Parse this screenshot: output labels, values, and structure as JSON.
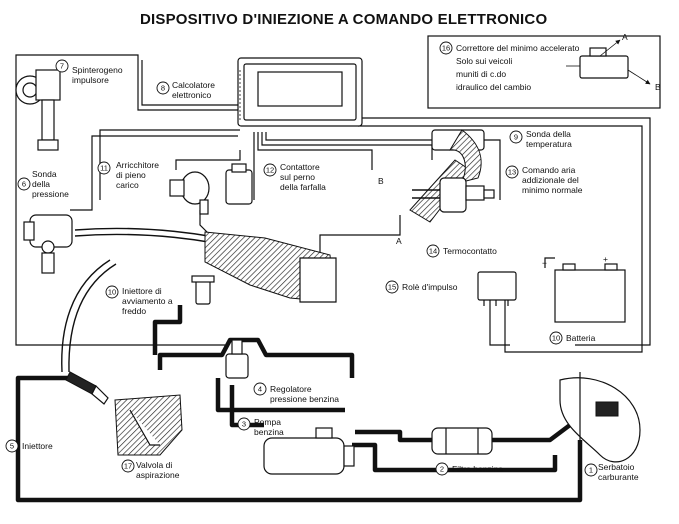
{
  "title": "DISPOSITIVO D'INIEZIONE A COMANDO ELETTRONICO",
  "components": [
    {
      "id": "spinterogeno",
      "number": "7",
      "lines": [
        "Spinterogeno",
        "impulsore"
      ]
    },
    {
      "id": "calcolatore",
      "number": "8",
      "lines": [
        "Calcolatore",
        "elettronico"
      ]
    },
    {
      "id": "correttore",
      "number": "16",
      "lines": [
        "Correttore del minimo accelerato",
        "Solo sui veicoli",
        "muniti di c.do",
        "idraulico del cambio"
      ]
    },
    {
      "id": "sonda-pressione",
      "number": "6",
      "lines": [
        "Sonda",
        "della",
        "pressione"
      ]
    },
    {
      "id": "arricchitore",
      "number": "11",
      "lines": [
        "Arricchitore",
        "di pieno",
        "carico"
      ]
    },
    {
      "id": "contattore",
      "number": "12",
      "lines": [
        "Contattore",
        "sul perno",
        "della farfalla"
      ]
    },
    {
      "id": "sonda-temperatura",
      "number": "9",
      "lines": [
        "Sonda della",
        "temperatura"
      ]
    },
    {
      "id": "comando-aria",
      "number": "13",
      "lines": [
        "Comando aria",
        "addizionale del",
        "minimo normale"
      ]
    },
    {
      "id": "termocontatto",
      "number": "14",
      "lines": [
        "Termocontatto"
      ]
    },
    {
      "id": "role-impulso",
      "number": "15",
      "lines": [
        "Rolè d'impulso"
      ]
    },
    {
      "id": "iniettore-avviamento",
      "number": "10",
      "lines": [
        "Iniettore di",
        "avviamento a",
        "freddo"
      ]
    },
    {
      "id": "batteria",
      "number": "10",
      "lines": [
        "Batteria"
      ]
    },
    {
      "id": "regolatore",
      "number": "4",
      "lines": [
        "Regolatore",
        "pressione benzina"
      ]
    },
    {
      "id": "pompa",
      "number": "3",
      "lines": [
        "Pompa",
        "benzina"
      ]
    },
    {
      "id": "iniettore",
      "number": "5",
      "lines": [
        "Iniettore"
      ]
    },
    {
      "id": "valvola",
      "number": "17",
      "lines": [
        "Valvola di",
        "aspirazione"
      ]
    },
    {
      "id": "filtro",
      "number": "2",
      "lines": [
        "Filtro benzina"
      ]
    },
    {
      "id": "serbatoio",
      "number": "1",
      "lines": [
        "Serbatoio",
        "carburante"
      ]
    }
  ],
  "letters": {
    "a1": "A",
    "b1": "B",
    "a2": "A",
    "b2": "B"
  },
  "battery_signs": {
    "minus": "−",
    "plus": "+"
  }
}
